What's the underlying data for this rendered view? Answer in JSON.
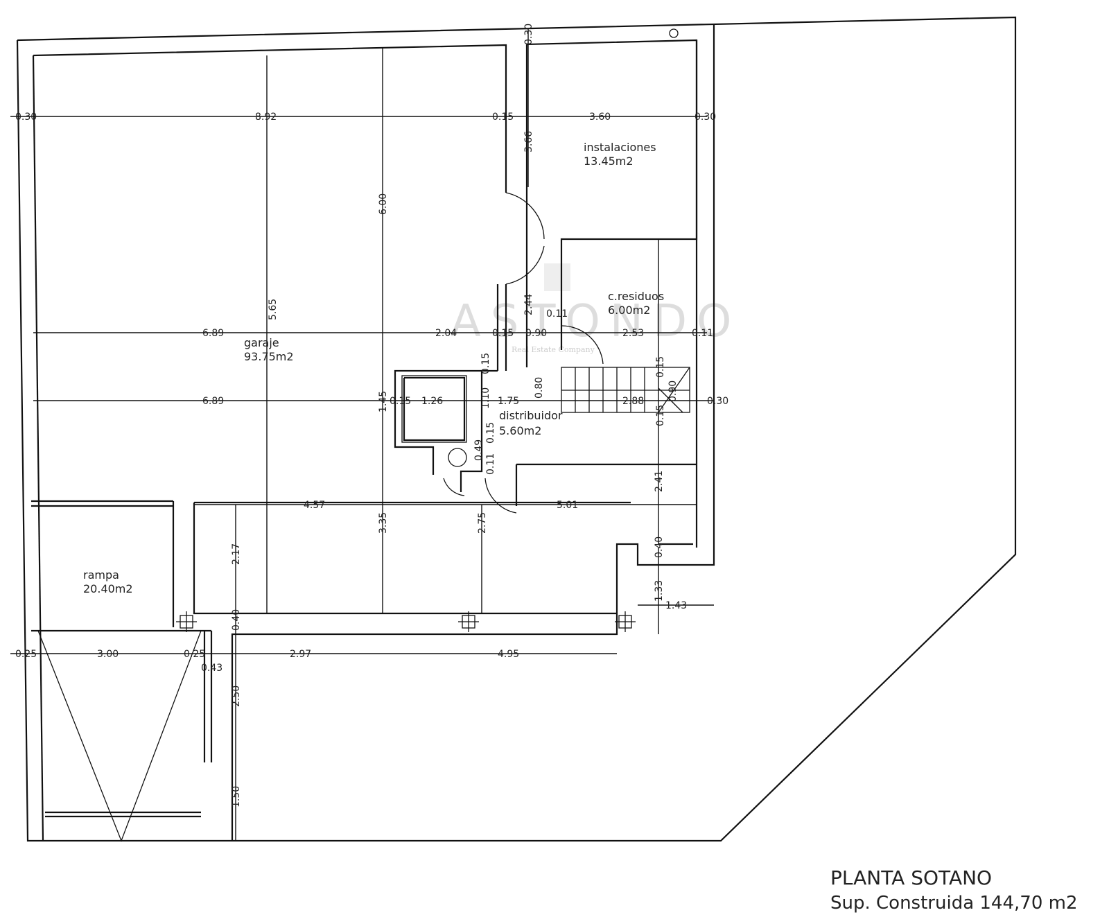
{
  "plan": {
    "title": "PLANTA SOTANO",
    "subtitle": "Sup. Construida 144,70 m2",
    "watermark": {
      "brand": "ASTONDO",
      "tagline": "Real Estate Company"
    },
    "rooms": [
      {
        "name": "instalaciones",
        "area": "13.45m2"
      },
      {
        "name": "c.residuos",
        "area": "6.00m2"
      },
      {
        "name": "garaje",
        "area": "93.75m2"
      },
      {
        "name": "distribuidor",
        "area": "5.60m2"
      },
      {
        "name": "rampa",
        "area": "20.40m2"
      }
    ],
    "dims": [
      "0.30",
      "8.92",
      "0.15",
      "3.60",
      "0.30",
      "3.66",
      "6.00",
      "0.30",
      "6.89",
      "2.04",
      "0.15",
      "0.90",
      "2.53",
      "0.11",
      "2.44",
      "0.11",
      "6.89",
      "1.26",
      "0.15",
      "1.75",
      "2.88",
      "0.30",
      "1.45",
      "0.80",
      "1.10",
      "0.15",
      "0.15",
      "0.90",
      "0.15",
      "0.15",
      "0.49",
      "0.11",
      "4.57",
      "5.01",
      "3.35",
      "2.75",
      "2.41",
      "2.17",
      "0.40",
      "1.33",
      "1.43",
      "0.40",
      "0.25",
      "3.00",
      "0.25",
      "0.43",
      "2.97",
      "4.95",
      "2.50",
      "1.50",
      "5.65"
    ]
  }
}
